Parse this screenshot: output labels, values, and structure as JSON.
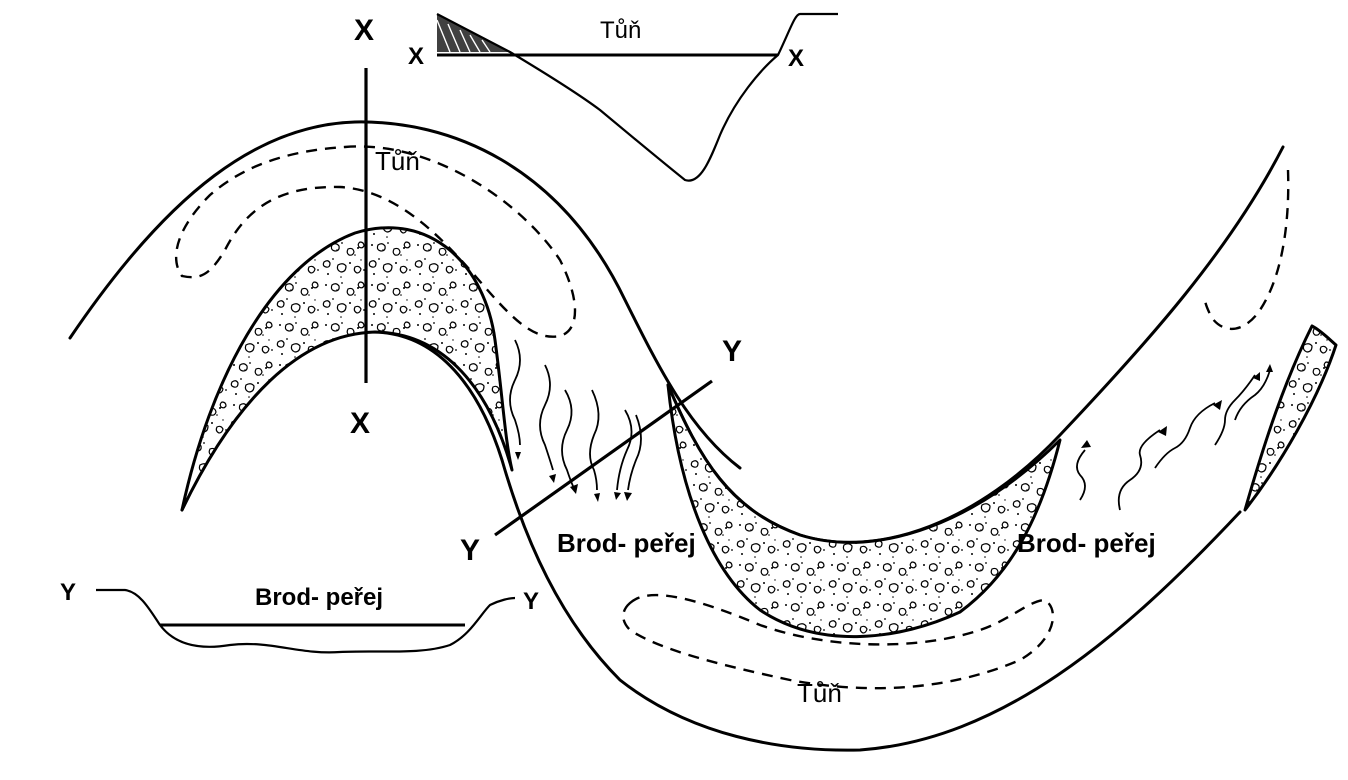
{
  "labels": {
    "x_top": "X",
    "x_bottom": "X",
    "y_upper": "Y",
    "y_lower": "Y",
    "pool_upper": "Tůň",
    "pool_lower": "Tůň",
    "riffle_center": "Brod- peřej",
    "riffle_right": "Brod- peřej",
    "profile_x": {
      "left": "X",
      "right": "X",
      "title": "Tůň"
    },
    "profile_y": {
      "left": "Y",
      "right": "Y",
      "title": "Brod- peřej"
    }
  }
}
